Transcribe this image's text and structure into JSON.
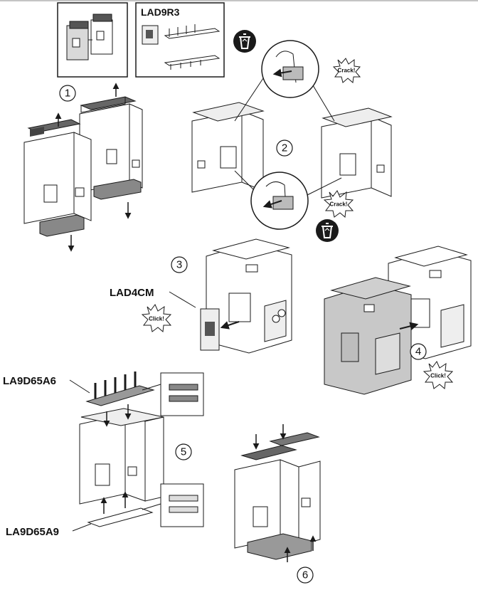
{
  "labels": {
    "lad9r3": "LAD9R3",
    "lad4cm": "LAD4CM",
    "la9d65a6": "LA9D65A6",
    "la9d65a9": "LA9D65A9"
  },
  "steps": {
    "s1": "1",
    "s2": "2",
    "s3": "3",
    "s4": "4",
    "s5": "5",
    "s6": "6"
  },
  "sounds": {
    "crack_top": "Crack!",
    "crack_bottom": "Crack!",
    "click_step3": "Click!",
    "click_step4": "Click!"
  },
  "colors": {
    "line": "#1a1a1a",
    "face": "#ffffff",
    "shade": "#c8c8c8",
    "dark": "#3a3a3a"
  },
  "icons": [
    "recycle-bin-icon",
    "recycle-bin-icon"
  ]
}
